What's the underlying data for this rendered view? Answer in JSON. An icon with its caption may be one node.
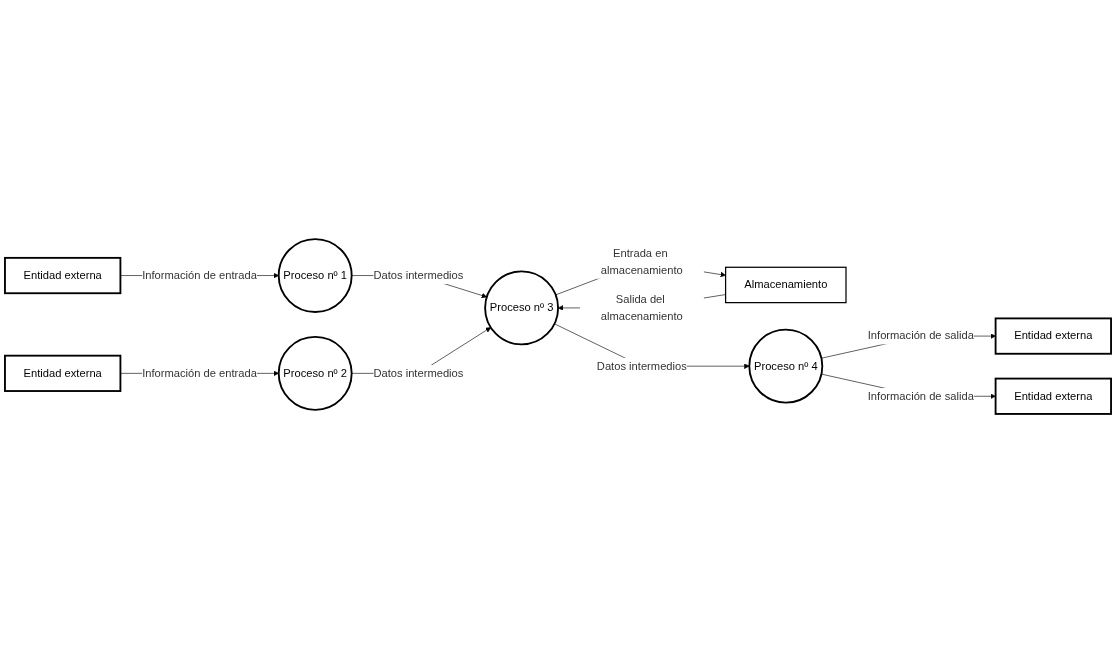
{
  "diagram": {
    "nodes": [
      {
        "text": [
          "Entidad externa"
        ]
      },
      {
        "text": [
          "Proceso nº 1"
        ]
      },
      {
        "text": [
          "Entidad externa"
        ]
      },
      {
        "text": [
          "Proceso nº 2"
        ]
      },
      {
        "text": [
          "Proceso nº 3"
        ]
      },
      {
        "text": [
          "Almacenamiento"
        ]
      },
      {
        "text": [
          "Proceso nº 4"
        ]
      },
      {
        "text": [
          "Entidad externa"
        ]
      },
      {
        "text": [
          "Entidad externa"
        ]
      }
    ],
    "edges": [
      {
        "from": 0,
        "to": 1,
        "arrow": "to",
        "label": "Información de entrada"
      },
      {
        "from": 2,
        "to": 3,
        "arrow": "to",
        "label": "Información de entrada"
      },
      {
        "from": 1,
        "to": 4,
        "arrow": "to",
        "label": "Datos intermedios"
      },
      {
        "from": 3,
        "to": 4,
        "arrow": "to",
        "label": "Datos intermedios"
      },
      {
        "from": 4,
        "to": 5,
        "arrow": "to",
        "label": "Entrada en almacenamiento"
      },
      {
        "from": 5,
        "to": 4,
        "arrow": "to",
        "label": "Salida del almacenamiento"
      },
      {
        "from": 4,
        "to": 6,
        "arrow": "to",
        "label": "Datos intermedios"
      },
      {
        "from": 6,
        "to": 7,
        "arrow": "to",
        "label": "Información de salida"
      },
      {
        "from": 6,
        "to": 8,
        "arrow": "to",
        "label": "Información de salida"
      }
    ]
  }
}
